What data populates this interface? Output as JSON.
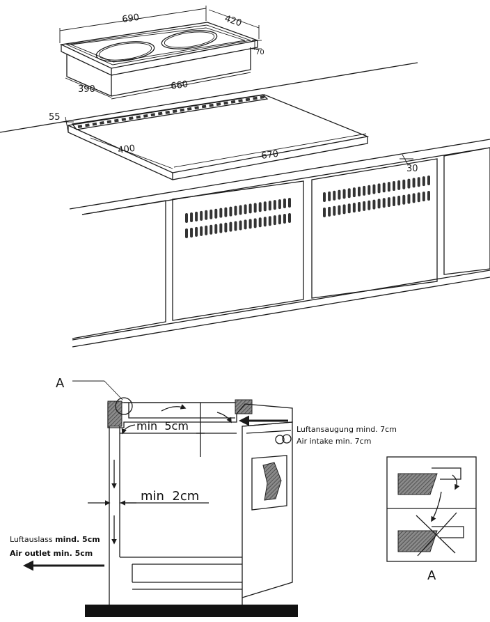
{
  "hob_dimensions": {
    "width": "690",
    "depth": "420",
    "thickness": "70",
    "cutout_depth": "390",
    "cutout_width": "660"
  },
  "countertop_dimensions": {
    "front_offset": "55",
    "cutout_depth": "400",
    "cutout_width": "670",
    "rear_offset": "30"
  },
  "ventilation": {
    "callout_top": "A",
    "callout_bottom": "A",
    "min_gap_top": "min  5cm",
    "min_gap_side": "min  2cm",
    "air_intake_de": "Luftansaugung mind. 7cm",
    "air_intake_en": "Air intake min. 7cm",
    "air_outlet_de_prefix": "Luftauslass ",
    "air_outlet_de_bold": "mind. 5cm",
    "air_outlet_en": "Air outlet min. 5cm"
  }
}
